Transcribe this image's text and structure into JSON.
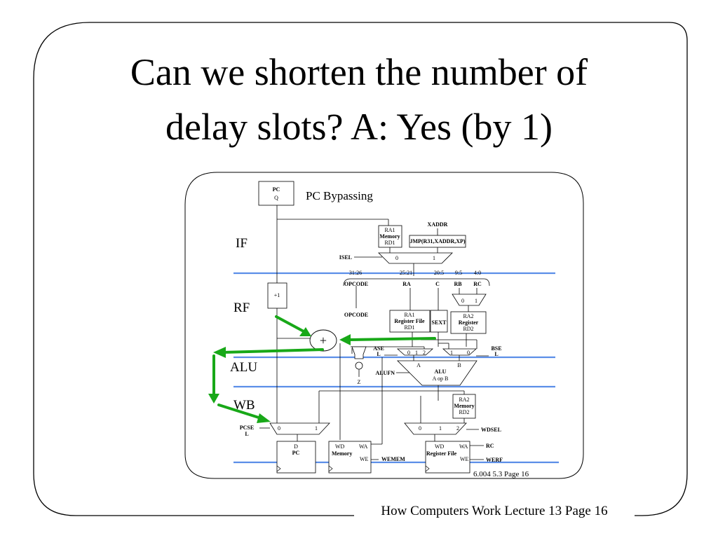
{
  "slide": {
    "title_line1": "Can we shorten the number of",
    "title_line2": "delay slots? A: Yes (by 1)",
    "footer": "How Computers Work Lecture 13 Page 16"
  },
  "diagram": {
    "title": "PC Bypassing",
    "page_label": "6.004 5.3 Page 16",
    "stages": [
      "IF",
      "RF",
      "ALU",
      "WB"
    ],
    "pc_top": {
      "line1": "PC",
      "line2": "Q"
    },
    "incrementer": "+1",
    "adder": "+",
    "imem": {
      "line1": "RA1",
      "line2": "Memory",
      "line3": "RD1"
    },
    "xaddr": "XADDR",
    "jmp": "JMP(R31,XADDR,XP)",
    "isel": {
      "label": "ISEL",
      "in0": "0",
      "in1": "1"
    },
    "bit_fields": [
      "31:26",
      "25:21",
      "20:5",
      "9:5",
      "4:0"
    ],
    "fields": [
      "OPCODE",
      "RA",
      "C",
      "RB",
      "RC"
    ],
    "opcode_label": "OPCODE",
    "rb_mux": {
      "in0": "0",
      "in1": "1"
    },
    "regfile_read1": {
      "line1": "RA1",
      "line2": "Register File",
      "line3": "RD1"
    },
    "sext": "SEXT",
    "regfile_read2": {
      "line1": "RA2",
      "line2": "Register",
      "line3": "RD2"
    },
    "asel": {
      "label_line1": "ASE",
      "label_line2": "L",
      "in0": "0",
      "in1": "1",
      "in2": "2"
    },
    "bsel": {
      "label_line1": "BSE",
      "label_line2": "L",
      "in1": "1",
      "in0": "0"
    },
    "zero": "Z",
    "alu": {
      "label": "ALU",
      "in_a": "A",
      "in_b": "B",
      "op": "A op B",
      "fn": "ALUFN"
    },
    "dmem_read": {
      "line1": "RA2",
      "line2": "Memory",
      "line3": "RD2"
    },
    "pcsel": {
      "label_line1": "PCSE",
      "label_line2": "L",
      "in0": "0",
      "in1": "1"
    },
    "wdsel": {
      "label": "WDSEL",
      "in0": "0",
      "in1": "1",
      "in2": "2"
    },
    "pc_reg": {
      "line1": "D",
      "line2": "PC"
    },
    "dmem_write": {
      "wd": "WD",
      "wa": "WA",
      "name": "Memory",
      "we": "WE",
      "signal": "WEMEM"
    },
    "regfile_write": {
      "wd": "WD",
      "wa": "WA",
      "name": "Register File",
      "we": "WE",
      "rc": "RC",
      "signal": "WERF"
    }
  },
  "colors": {
    "pipeline_divider": "#5b8ee8",
    "bypass_arrow": "#18a818"
  }
}
